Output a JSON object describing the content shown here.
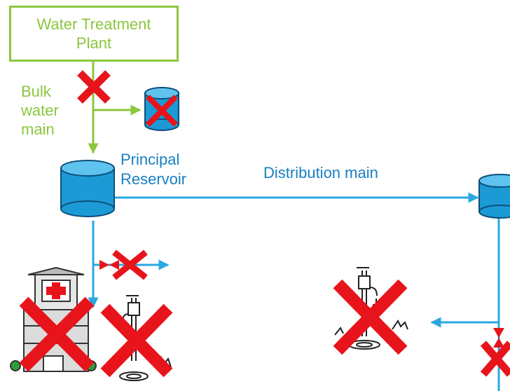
{
  "plant": {
    "line1": "Water Treatment",
    "line2": "Plant"
  },
  "bulk_main": {
    "line1": "Bulk",
    "line2": "water",
    "line3": "main"
  },
  "reservoir": {
    "line1": "Principal",
    "line2": "Reservoir"
  },
  "distribution_main": "Distribution main",
  "colors": {
    "bulk_pipe": "#8cc63f",
    "distribution_pipe": "#29a8e0",
    "tank": "#1c9ad6",
    "cross": "#e8141b",
    "label_blue": "#1a7fc1"
  },
  "icons": [
    "storage-tank-icon",
    "hospital-icon",
    "standpipe-tap-icon",
    "valve-icon",
    "cross-icon"
  ]
}
